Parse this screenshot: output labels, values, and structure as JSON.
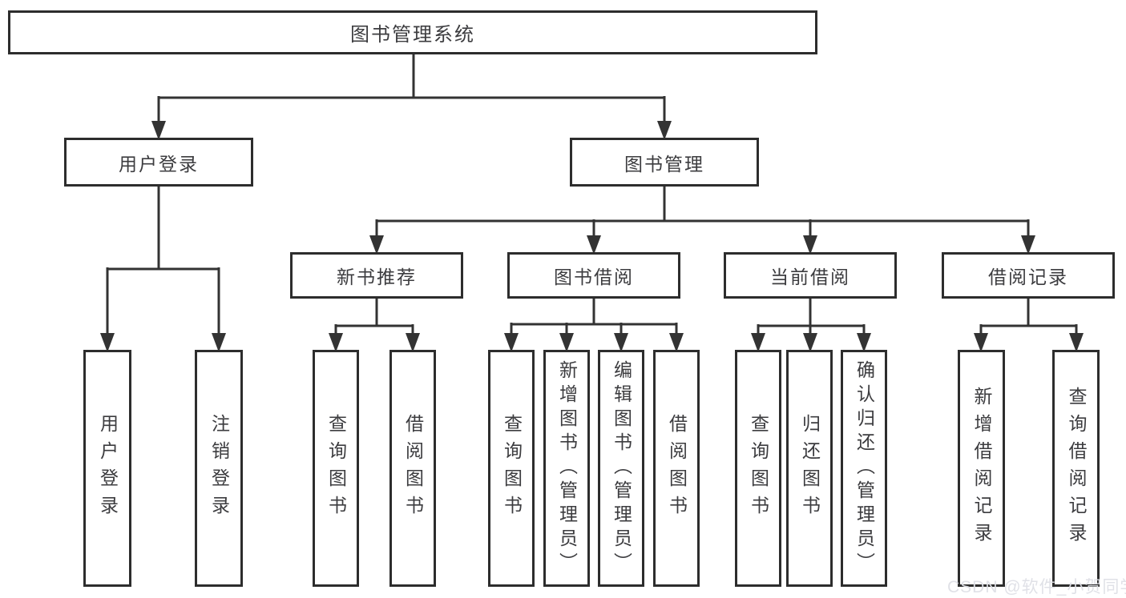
{
  "diagram": {
    "root": {
      "label": "图书管理系统"
    },
    "level2": [
      {
        "label": "用户登录"
      },
      {
        "label": "图书管理"
      }
    ],
    "level3": [
      {
        "label": "新书推荐"
      },
      {
        "label": "图书借阅"
      },
      {
        "label": "当前借阅"
      },
      {
        "label": "借阅记录"
      }
    ],
    "leaves": {
      "user_login": [
        {
          "label": "用户登录"
        },
        {
          "label": "注销登录"
        }
      ],
      "new_books": [
        {
          "label": "查询图书"
        },
        {
          "label": "借阅图书"
        }
      ],
      "book_borrow": [
        {
          "label": "查询图书"
        },
        {
          "label": "新增图书（管理员）"
        },
        {
          "label": "编辑图书（管理员）"
        },
        {
          "label": "借阅图书"
        }
      ],
      "current_borrow": [
        {
          "label": "查询图书"
        },
        {
          "label": "归还图书"
        },
        {
          "label": "确认归还（管理员）"
        }
      ],
      "borrow_records": [
        {
          "label": "新增借阅记录"
        },
        {
          "label": "查询借阅记录"
        }
      ]
    },
    "watermark": "CSDN @软件_小贺同学"
  },
  "colors": {
    "line": "#333333",
    "border": "#2d2d2d",
    "text": "#3c3c3f",
    "watermark": "#dedfe6"
  }
}
